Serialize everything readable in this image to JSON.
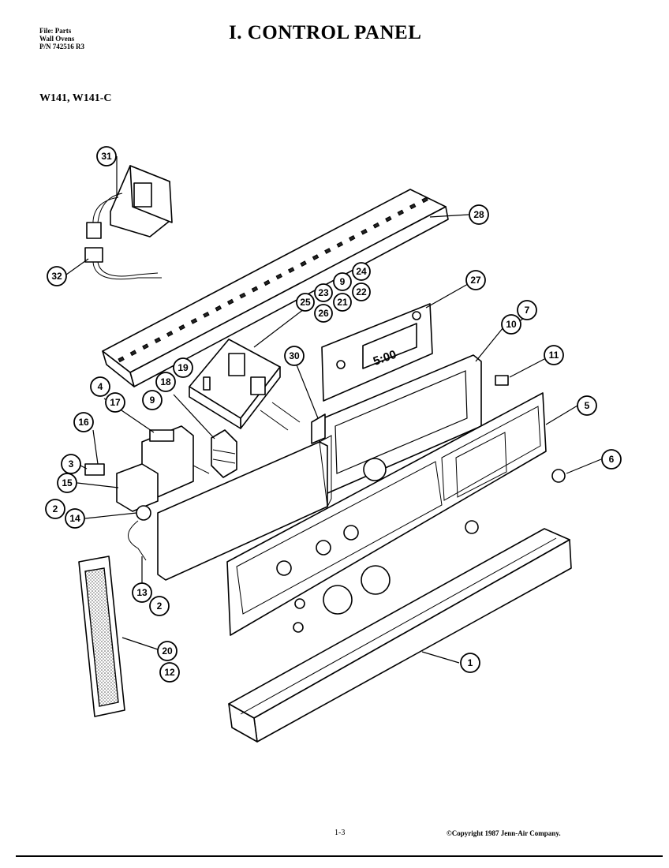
{
  "header": {
    "file_lines": [
      "File: Parts",
      "Wall Ovens",
      "P/N 742516 R3"
    ],
    "title": "I. CONTROL PANEL",
    "model": "W141, W141-C"
  },
  "footer": {
    "page": "1-3",
    "copyright": "©Copyright 1987 Jenn-Air Company."
  },
  "callouts": [
    {
      "id": "c31",
      "label": "31"
    },
    {
      "id": "c32",
      "label": "32"
    },
    {
      "id": "c28a",
      "label": "28"
    },
    {
      "id": "c25",
      "label": "25"
    },
    {
      "id": "c23",
      "label": "23"
    },
    {
      "id": "c9a",
      "label": "9"
    },
    {
      "id": "c24",
      "label": "24"
    },
    {
      "id": "c26",
      "label": "26"
    },
    {
      "id": "c21",
      "label": "21"
    },
    {
      "id": "c22",
      "label": "22"
    },
    {
      "id": "c27",
      "label": "27"
    },
    {
      "id": "c7",
      "label": "7"
    },
    {
      "id": "c10",
      "label": "10"
    },
    {
      "id": "c11",
      "label": "11"
    },
    {
      "id": "c30",
      "label": "30"
    },
    {
      "id": "c19",
      "label": "19"
    },
    {
      "id": "c18",
      "label": "18"
    },
    {
      "id": "c9b",
      "label": "9"
    },
    {
      "id": "c4",
      "label": "4"
    },
    {
      "id": "c17",
      "label": "17"
    },
    {
      "id": "c16",
      "label": "16"
    },
    {
      "id": "c3",
      "label": "3"
    },
    {
      "id": "c15",
      "label": "15"
    },
    {
      "id": "c2a",
      "label": "2"
    },
    {
      "id": "c14",
      "label": "14"
    },
    {
      "id": "c13",
      "label": "13"
    },
    {
      "id": "c2b",
      "label": "2"
    },
    {
      "id": "c5",
      "label": "5"
    },
    {
      "id": "c6",
      "label": "6"
    },
    {
      "id": "c1",
      "label": "1"
    },
    {
      "id": "c20",
      "label": "20"
    },
    {
      "id": "c12",
      "label": "12"
    }
  ],
  "clock_display": "5:00"
}
